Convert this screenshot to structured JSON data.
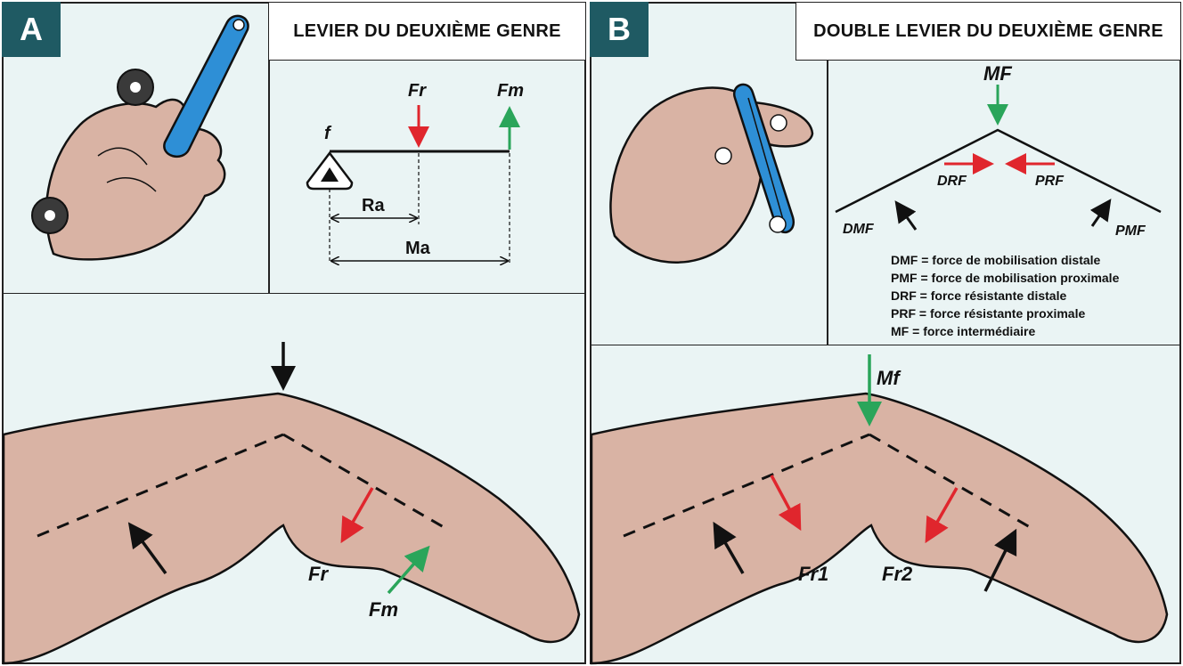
{
  "panel_a": {
    "letter": "A",
    "title": "LEVIER DU DEUXIÈME GENRE",
    "diagram": {
      "fulcrum": "f",
      "resist": "Fr",
      "motor": "Fm",
      "resist_arm": "Ra",
      "motor_arm": "Ma"
    },
    "finger": {
      "resist": "Fr",
      "motor": "Fm"
    }
  },
  "panel_b": {
    "letter": "B",
    "title": "DOUBLE LEVIER DU DEUXIÈME GENRE",
    "diagram": {
      "top": "MF",
      "drf": "DRF",
      "prf": "PRF",
      "dmf": "DMF",
      "pmf": "PMF"
    },
    "legend": [
      {
        "abbr": "DMF",
        "sep": "=",
        "text": "force de mobilisation distale"
      },
      {
        "abbr": "PMF",
        "sep": "=",
        "text": "force de mobilisation proximale"
      },
      {
        "abbr": "DRF",
        "sep": "=",
        "text": "force résistante distale"
      },
      {
        "abbr": "PRF",
        "sep": "=",
        "text": "force résistante proximale"
      },
      {
        "abbr": "MF",
        "sep": "=",
        "text": "force intermédiaire"
      }
    ],
    "finger": {
      "middle": "Mf",
      "fr1": "Fr1",
      "fr2": "Fr2"
    }
  },
  "colors": {
    "panel_bg": "#eaf4f4",
    "letter_bg": "#1f5a63",
    "skin": "#d9b3a4",
    "splint": "#2e8fd6",
    "red": "#e0262d",
    "green": "#2aa55a",
    "dark": "#111111"
  }
}
